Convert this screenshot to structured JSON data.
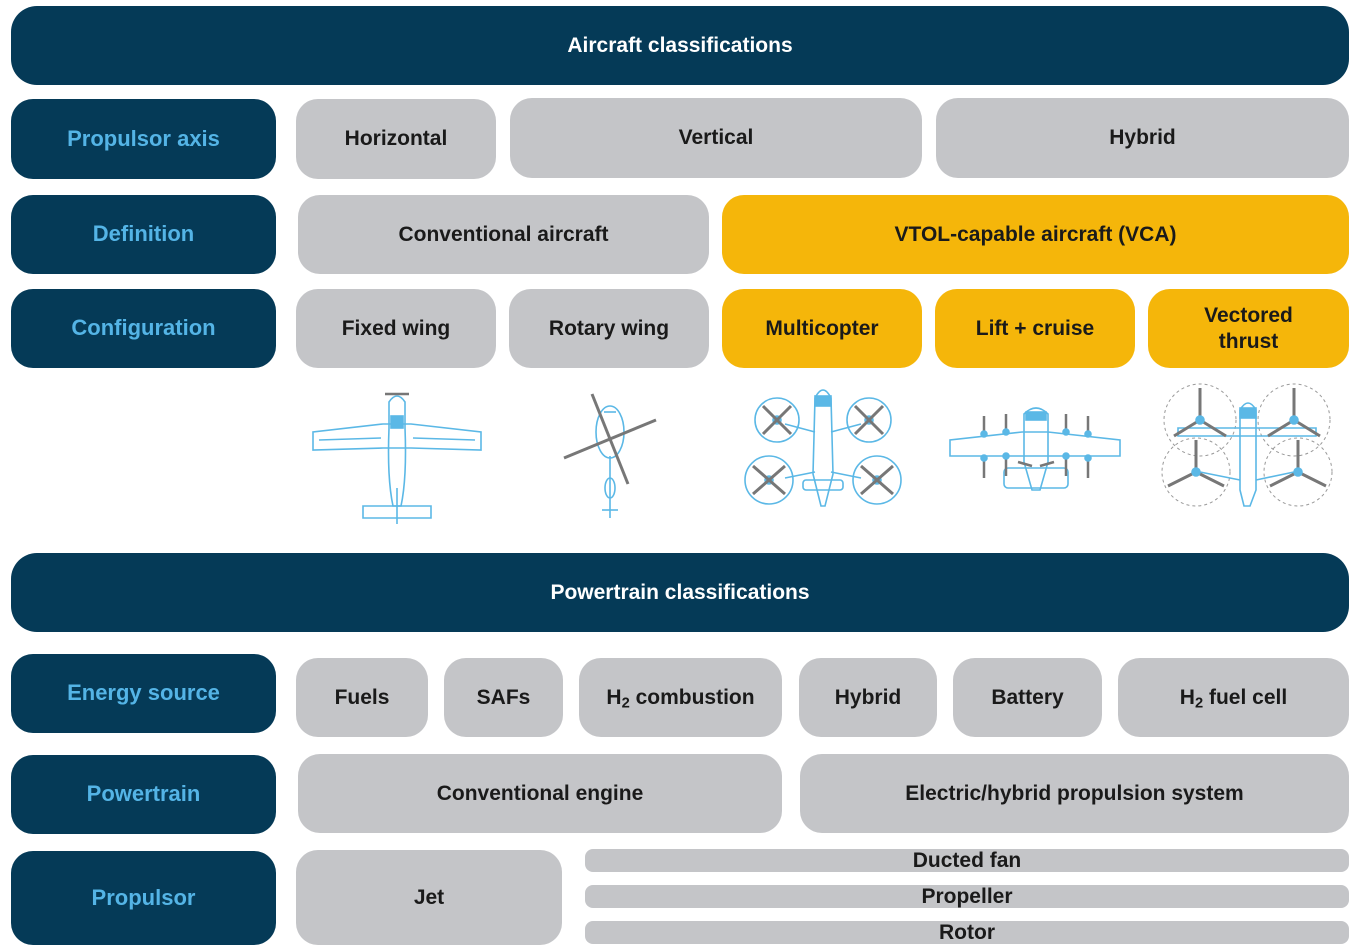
{
  "aircraft_banner": "Aircraft classifications",
  "powertrain_banner": "Powertrain classifications",
  "rows": {
    "propulsor_axis": {
      "label": "Propulsor axis",
      "items": [
        "Horizontal",
        "Vertical",
        "Hybrid"
      ]
    },
    "definition": {
      "label": "Definition",
      "items": [
        "Conventional aircraft",
        "VTOL-capable aircraft (VCA)"
      ]
    },
    "configuration": {
      "label": "Configuration",
      "items": [
        "Fixed wing",
        "Rotary wing",
        "Multicopter",
        "Lift + cruise",
        "Vectored thrust"
      ]
    },
    "energy_source": {
      "label": "Energy source",
      "items": [
        "Fuels",
        "SAFs",
        "H",
        "combustion",
        "Hybrid",
        "Battery",
        "H",
        "fuel cell"
      ],
      "subscript": "2"
    },
    "powertrain": {
      "label": "Powertrain",
      "items": [
        "Conventional engine",
        "Electric/hybrid propulsion system"
      ]
    },
    "propulsor": {
      "label": "Propulsor",
      "items": [
        "Jet",
        "Ducted fan",
        "Propeller",
        "Rotor"
      ]
    }
  },
  "icons": [
    "fixed-wing-aircraft-icon",
    "helicopter-icon",
    "multicopter-icon",
    "lift-cruise-aircraft-icon",
    "vectored-thrust-aircraft-icon"
  ],
  "colors": {
    "navy": "#053a57",
    "label_blue": "#54b4e6",
    "grey": "#c4c5c8",
    "yellow": "#f5b60a",
    "icon_blue": "#5bb8e6",
    "rotor_grey": "#777777"
  }
}
